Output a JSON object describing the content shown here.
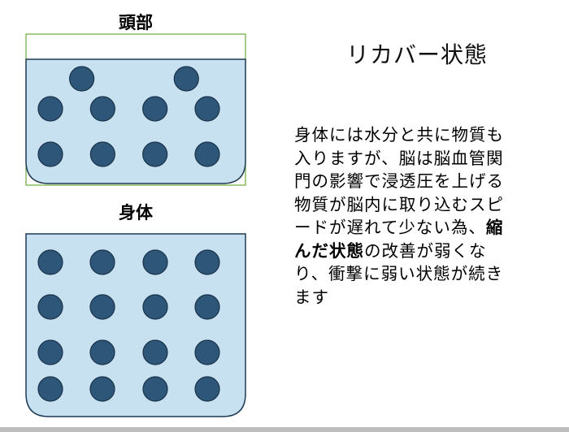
{
  "labels": {
    "head": "頭部",
    "body": "身体"
  },
  "title": "リカバー状態",
  "description": {
    "before": "身体には水分と共に物質も入りますが、脳は脳血管関門の影響で浸透圧を上げる物質が脳内に取り込むスピードが遅れて少ない為、",
    "bold": "縮んだ状態",
    "after": "の改善が弱くなり、衝撃に弱い状態が続きます"
  },
  "colors": {
    "container_fill": "#c8e1f1",
    "container_stroke": "#1e3a52",
    "head_gap_stroke": "#6aaa3a",
    "particle_fill": "#2e5678",
    "particle_stroke": "#1a334a"
  },
  "containers": {
    "head": {
      "particles": [
        {
          "row": 0,
          "col": 0.6
        },
        {
          "row": 0,
          "col": 2.6
        },
        {
          "row": 1,
          "col": 0
        },
        {
          "row": 1,
          "col": 1
        },
        {
          "row": 1,
          "col": 2
        },
        {
          "row": 1,
          "col": 3
        },
        {
          "row": 2,
          "col": 0
        },
        {
          "row": 2,
          "col": 1
        },
        {
          "row": 2,
          "col": 2
        },
        {
          "row": 2,
          "col": 3
        }
      ]
    },
    "body": {
      "rows": 4,
      "cols": 4
    }
  }
}
